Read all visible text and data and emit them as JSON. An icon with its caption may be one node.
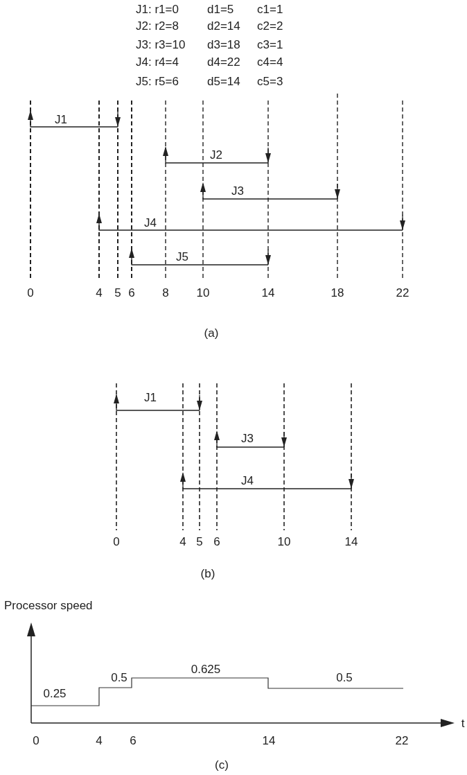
{
  "diagram": {
    "labels": [
      "J1: r1=0",
      "d1=5",
      "c1=1",
      "J2: r2=8",
      "d2=14",
      "c2=2",
      "J3: r3=10",
      "d3=18",
      "c3=1",
      "J4: r4=4",
      "d4=22",
      "c4=4",
      "J5: r5=6",
      "d5=14",
      "c5=3",
      "J1",
      "J2",
      "J3",
      "J4",
      "J5",
      "0",
      "4",
      "5",
      "6",
      "8",
      "10",
      "14",
      "18",
      "22",
      "(a)",
      "J1",
      "J3",
      "J4",
      "0",
      "4",
      "5",
      "6",
      "10",
      "14",
      "(b)",
      "Processor speed",
      "0.25",
      "0.5",
      "0.625",
      "0.5",
      "t",
      "0",
      "4",
      "6",
      "14",
      "22",
      "(c)"
    ]
  }
}
